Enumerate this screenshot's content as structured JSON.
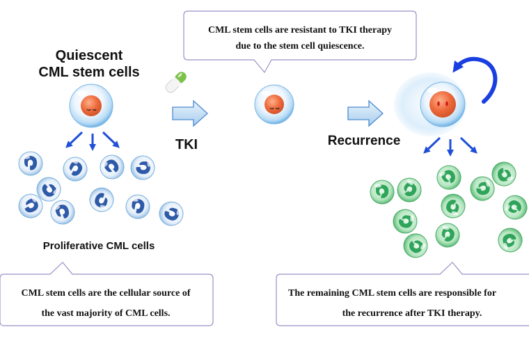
{
  "title": {
    "line1": "Quiescent",
    "line2": "CML stem cells"
  },
  "top_callout": {
    "line1": "CML stem cells are resistant to TKI therapy",
    "line2": "due to the stem cell quiescence."
  },
  "tki_label": "TKI",
  "recurrence_label": "Recurrence",
  "proliferative_label": "Proliferative CML cells",
  "bottom_left_callout": {
    "line1": "CML stem cells are the cellular source of",
    "line2": "the vast majority of CML cells."
  },
  "bottom_right_callout": {
    "line1": "The remaining CML stem cells are responsible for",
    "line2": "the recurrence after TKI therapy."
  },
  "colors": {
    "arrow_blue": "#1f4fd8",
    "cycle_arrow": "#1a3fe0",
    "blue_cell": "#2e5aa8",
    "green_cell": "#2fa45a",
    "stem_nucleus": "#e8623a",
    "callout_border": "#9a8fc8"
  }
}
